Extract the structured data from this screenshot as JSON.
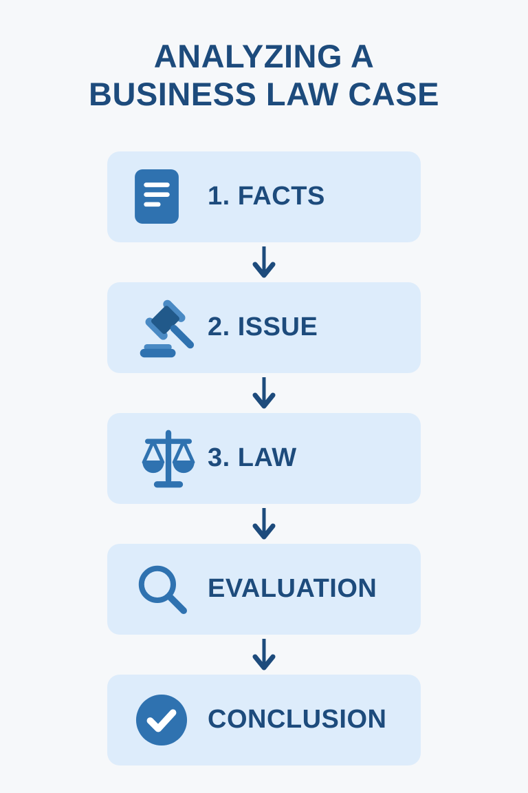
{
  "title": {
    "line1": "ANALYZING A",
    "line2": "BUSINESS LAW CASE"
  },
  "steps": [
    {
      "label": "1. FACTS",
      "icon": "document-icon"
    },
    {
      "label": "2. ISSUE",
      "icon": "gavel-icon"
    },
    {
      "label": "3. LAW",
      "icon": "scales-icon"
    },
    {
      "label": "EVALUATION",
      "icon": "magnifier-icon"
    },
    {
      "label": "CONCLUSION",
      "icon": "check-circle-icon"
    }
  ],
  "connector": {
    "icon": "arrow-down-icon"
  },
  "colors": {
    "background": "#f6f8fa",
    "card_bg": "#ddecfb",
    "text_navy": "#1d4b7c",
    "arrow": "#1d4b7c",
    "icon_blue": "#2f72b0",
    "icon_blue_dark": "#21598a",
    "icon_blue_light": "#4a8ac4"
  }
}
